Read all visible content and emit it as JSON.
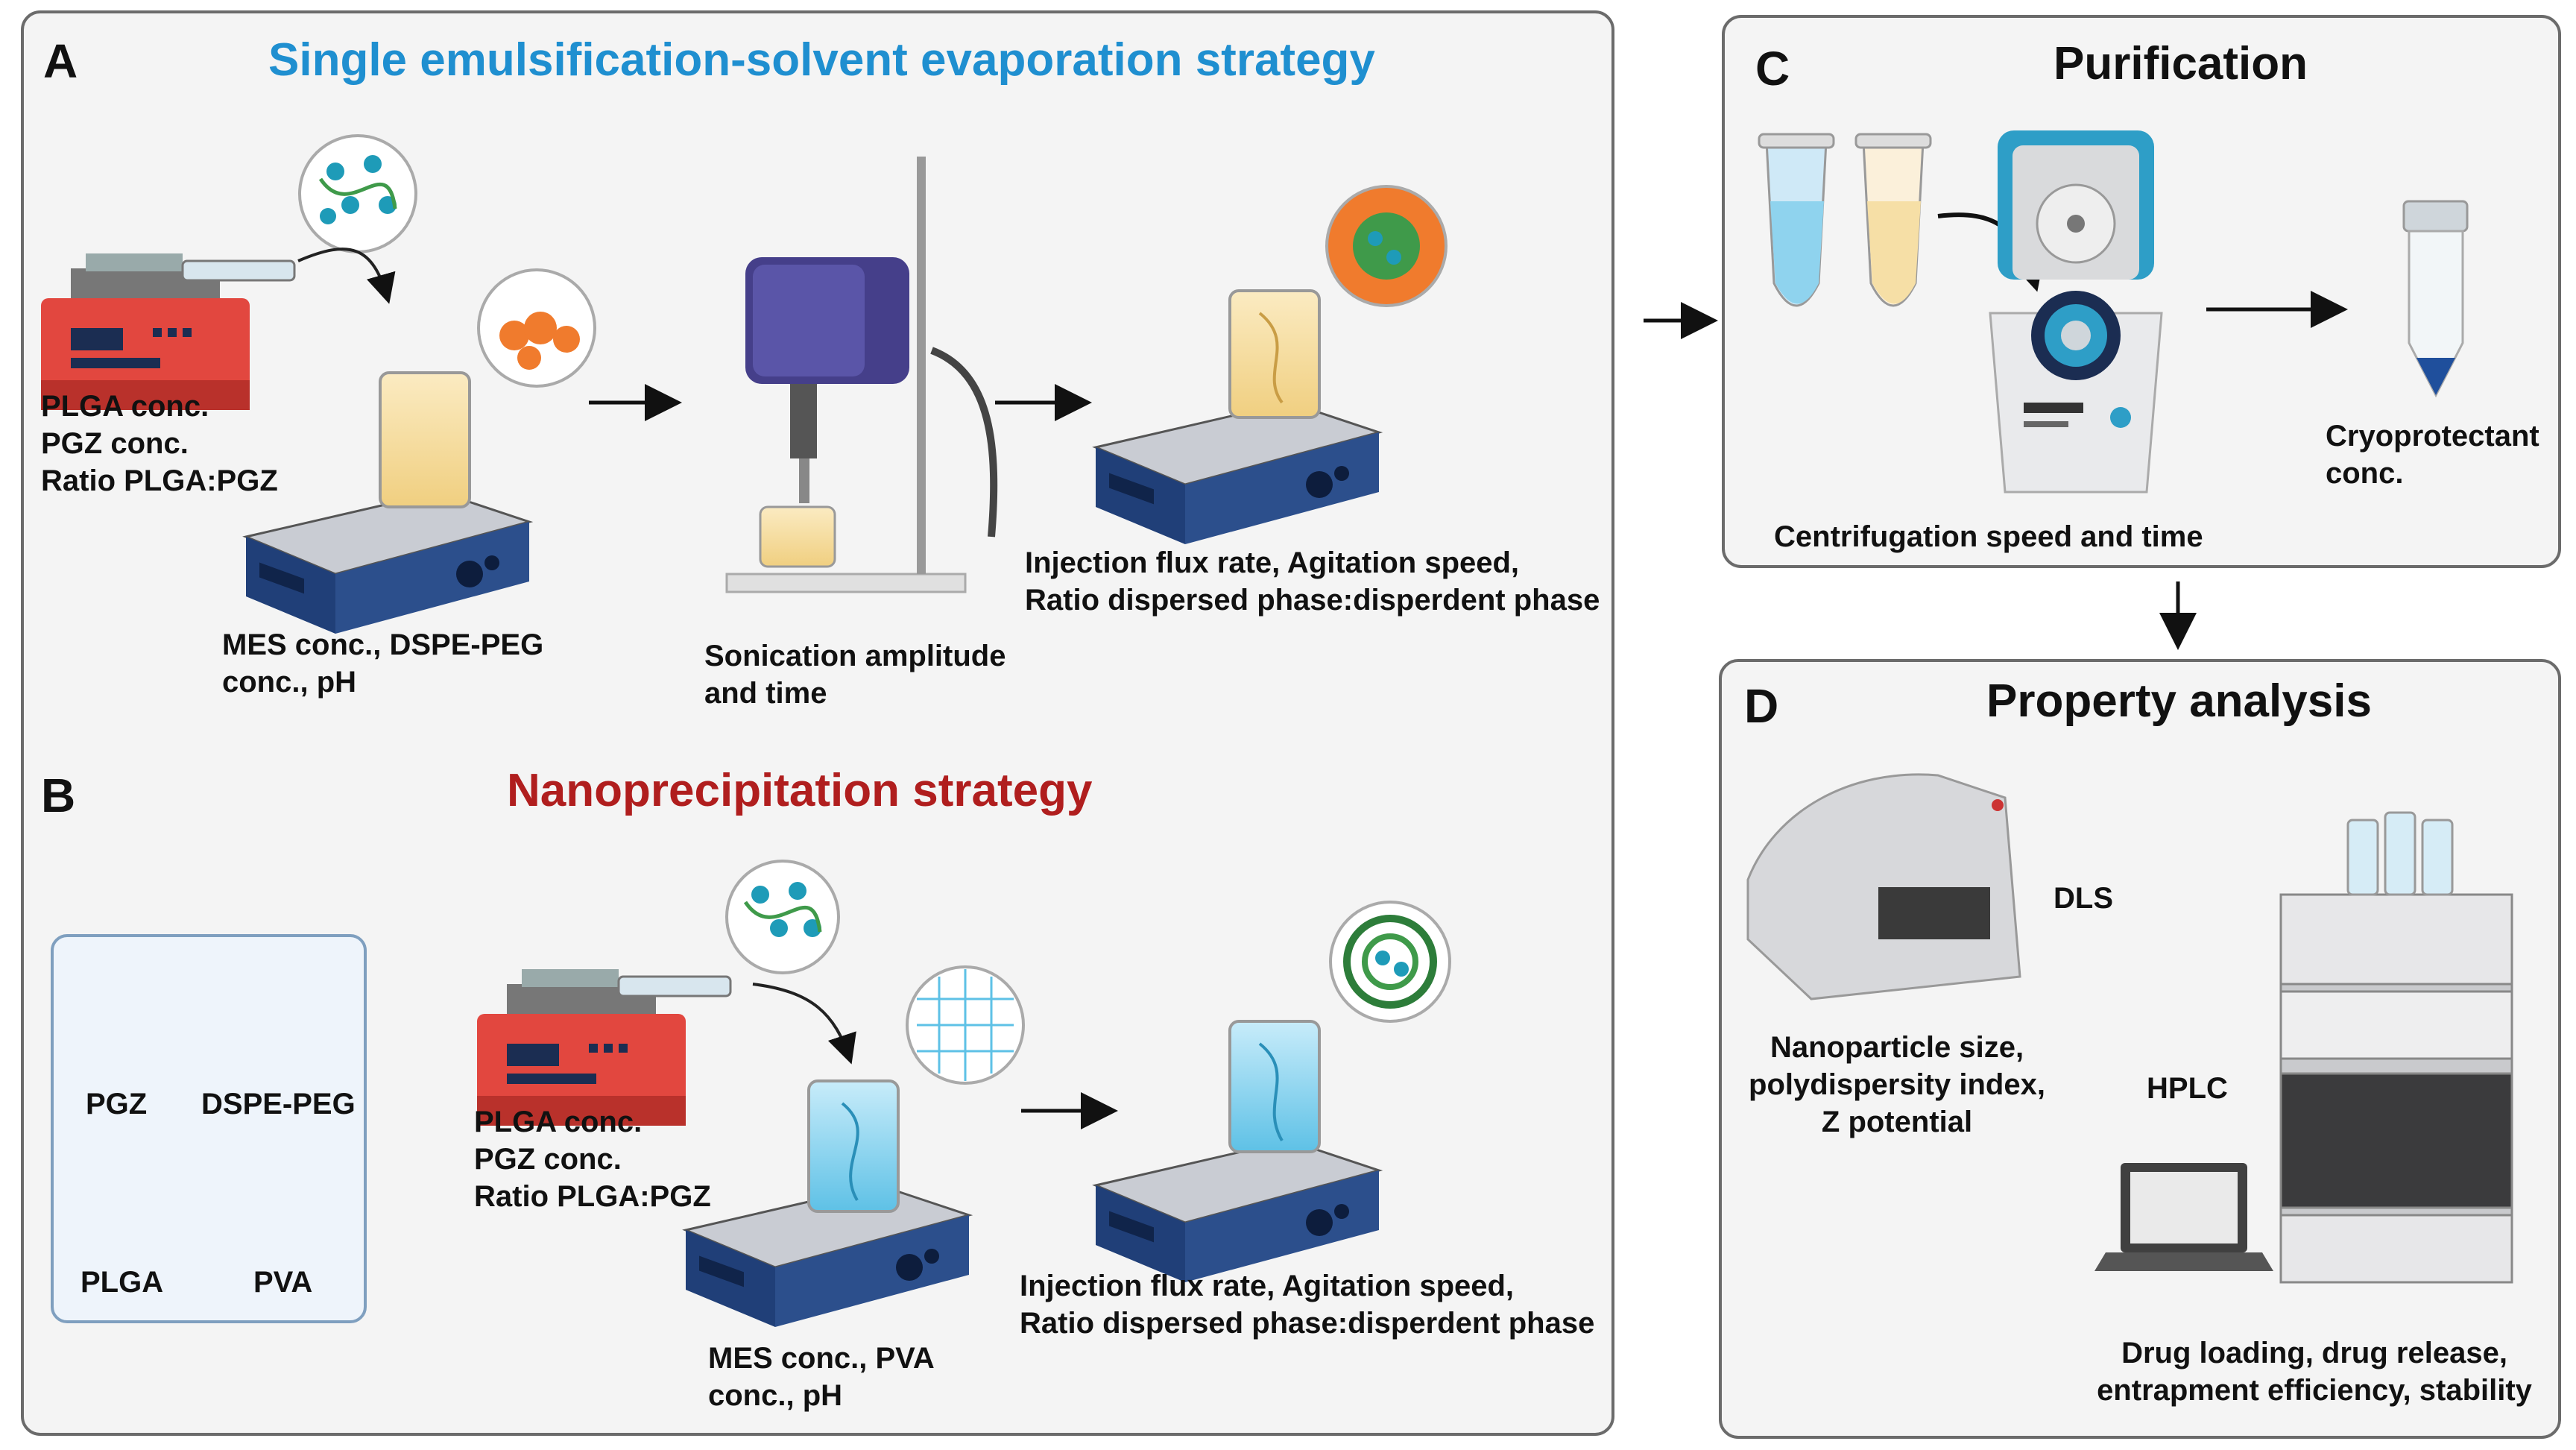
{
  "panel_a": {
    "letter": "A",
    "title": "Single emulsification-solvent evaporation strategy",
    "title_color": "#1f8fd0",
    "caption_pump": [
      "PLGA conc.",
      "PGZ conc.",
      "Ratio PLGA:PGZ"
    ],
    "caption_stirrer": [
      "MES conc., DSPE-PEG",
      "conc., pH"
    ],
    "caption_sonication": [
      "Sonication amplitude",
      "and time"
    ],
    "caption_agitation": [
      "Injection flux rate,  Agitation speed,",
      "Ratio dispersed phase:disperdent phase"
    ]
  },
  "panel_b": {
    "letter": "B",
    "title": "Nanoprecipitation strategy",
    "title_color": "#b01e1e",
    "legend": [
      "PGZ",
      "DSPE-PEG",
      "PLGA",
      "PVA"
    ],
    "caption_pump": [
      "PLGA conc.",
      "PGZ conc.",
      "Ratio PLGA:PGZ"
    ],
    "caption_stirrer": [
      "MES conc., PVA",
      "conc., pH"
    ],
    "caption_agitation": [
      "Injection flux rate,  Agitation speed,",
      "Ratio dispersed phase:disperdent phase"
    ]
  },
  "panel_c": {
    "letter": "C",
    "title": "Purification",
    "caption_centrifuge": "Centrifugation speed and time",
    "caption_cryo": [
      "Cryoprotectant",
      "conc."
    ]
  },
  "panel_d": {
    "letter": "D",
    "title": "Property analysis",
    "label_dls": "DLS",
    "label_hplc": "HPLC",
    "caption_dls": [
      "Nanoparticle size,",
      "polydispersity index,",
      "Z potential"
    ],
    "caption_hplc": [
      "Drug loading, drug release,",
      "entrapment efficiency, stability"
    ]
  },
  "colors": {
    "pump_red": "#e2473f",
    "stirrer_blue": "#2c4f8c",
    "beaker_yellow": "#f6dfa6",
    "beaker_blue": "#8fd3ee",
    "orange_particle": "#f07b2d",
    "green_particle": "#3f9a4a",
    "teal_dot": "#1e9bb8",
    "panel_border": "#6b6b6b"
  }
}
